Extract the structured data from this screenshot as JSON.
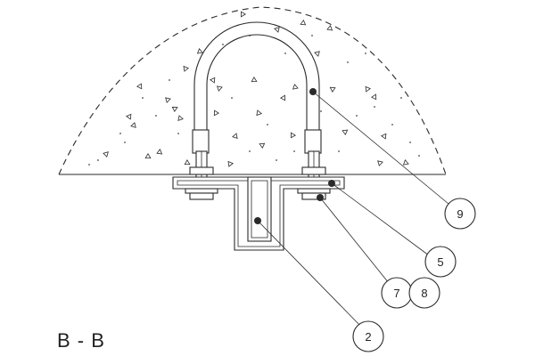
{
  "section_label": "B - B",
  "callouts": [
    {
      "id": "callout-9",
      "label": "9"
    },
    {
      "id": "callout-5",
      "label": "5"
    },
    {
      "id": "callout-7",
      "label": "7"
    },
    {
      "id": "callout-8",
      "label": "8"
    },
    {
      "id": "callout-2",
      "label": "2"
    }
  ],
  "colors": {
    "line": "#2a2a2a",
    "background": "#ffffff"
  }
}
